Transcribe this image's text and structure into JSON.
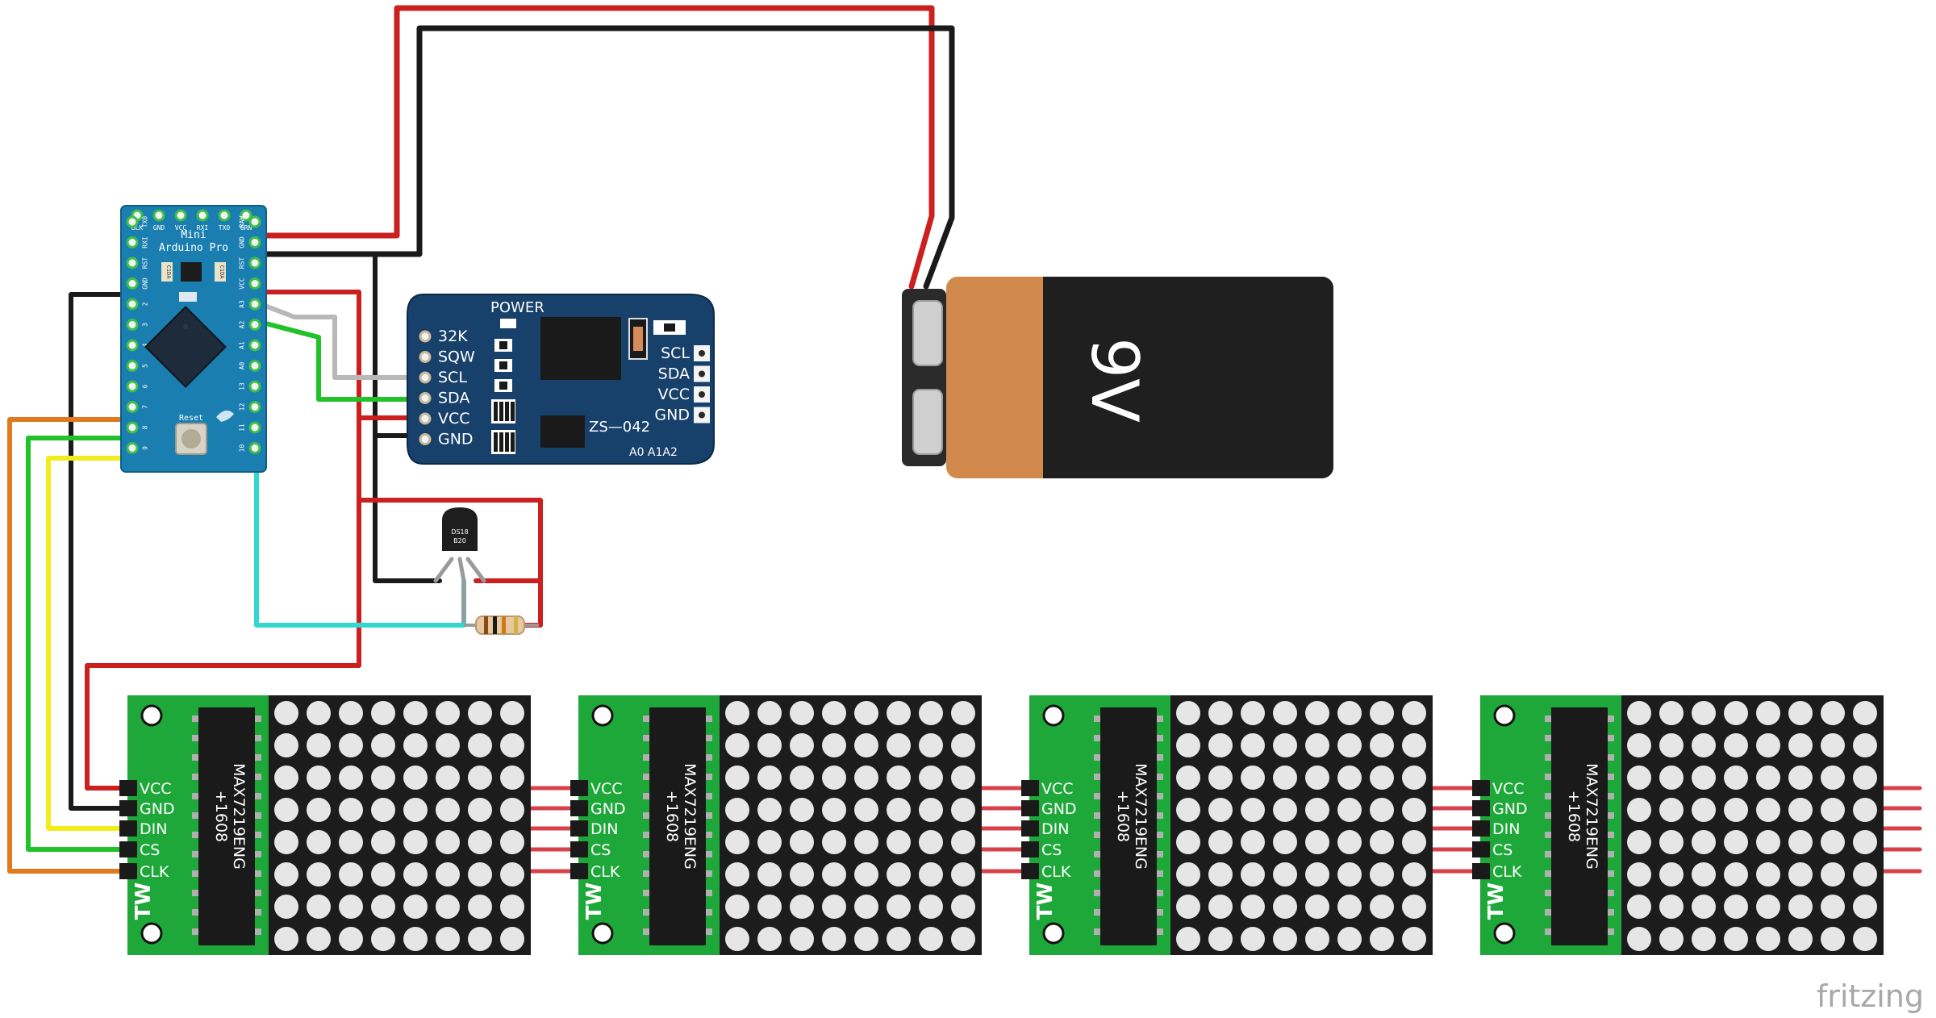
{
  "arduino": {
    "top_pins": [
      "BLK",
      "GND",
      "VCC",
      "RXI",
      "TXO",
      "GRN"
    ],
    "title_line1": "Mini",
    "title_line2": "Arduino Pro",
    "reset": "Reset",
    "left_pins": [
      "TX0",
      "RXI",
      "RST",
      "GND",
      "2",
      "3",
      "4",
      "5",
      "6",
      "7",
      "8",
      "9"
    ],
    "right_pins": [
      "RAW",
      "GND",
      "RST",
      "VCC",
      "A3",
      "A2",
      "A1",
      "A0",
      "13",
      "12",
      "11",
      "10"
    ],
    "chip_labels": [
      "C1DA",
      "C1DA"
    ]
  },
  "rtc": {
    "power_label": "POWER",
    "left_pins": [
      "32K",
      "SQW",
      "SCL",
      "SDA",
      "VCC",
      "GND"
    ],
    "right_pins": [
      "SCL",
      "SDA",
      "VCC",
      "GND"
    ],
    "model": "ZS—042",
    "addr_label": "A0 A1A2"
  },
  "sensor": {
    "label1": "DS18",
    "label2": "B20"
  },
  "battery": {
    "label": "9V"
  },
  "matrices": [
    {
      "chip1": "MAX7219ENG",
      "chip2": "+1608",
      "logo": "TW",
      "pins": [
        "VCC",
        "GND",
        "DIN",
        "CS",
        "CLK"
      ]
    },
    {
      "chip1": "MAX7219ENG",
      "chip2": "+1608",
      "logo": "TW",
      "pins": [
        "VCC",
        "GND",
        "DIN",
        "CS",
        "CLK"
      ]
    },
    {
      "chip1": "MAX7219ENG",
      "chip2": "+1608",
      "logo": "TW",
      "pins": [
        "VCC",
        "GND",
        "DIN",
        "CS",
        "CLK"
      ]
    },
    {
      "chip1": "MAX7219ENG",
      "chip2": "+1608",
      "logo": "TW",
      "pins": [
        "VCC",
        "GND",
        "DIN",
        "CS",
        "CLK"
      ]
    }
  ],
  "watermark": "fritzing",
  "colors": {
    "wire_red": "#cc1f1f",
    "wire_black": "#1a1a1a",
    "wire_orange": "#e07a1f",
    "wire_yellow": "#f2ec1a",
    "wire_green": "#22c22a",
    "wire_gray": "#b8b8b8",
    "wire_cyan": "#33d6d0",
    "arduino_board": "#1a7fb0",
    "rtc_board": "#17406a",
    "matrix_board": "#1fa83a"
  }
}
